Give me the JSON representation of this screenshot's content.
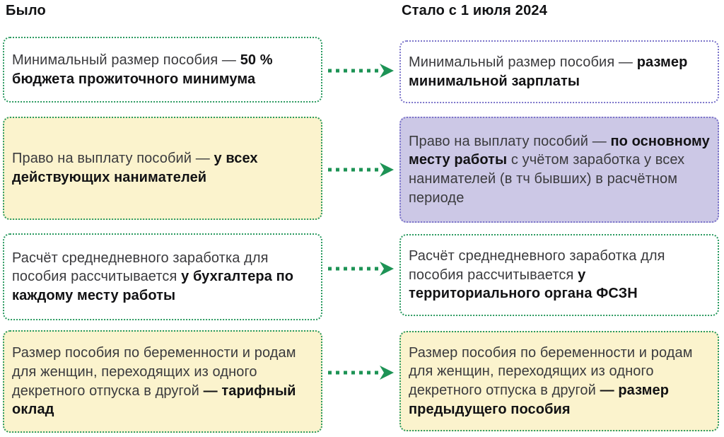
{
  "headers": {
    "was": "Было",
    "now": "Стало с 1 июля 2024"
  },
  "colors": {
    "arrow_green": "#1d9355",
    "border_green": "#2a9a60",
    "border_purple": "#7b74ca",
    "fill_white": "#ffffff",
    "fill_cream": "#fbf3cd",
    "fill_purple": "#ccc8e6",
    "text_regular": "#3a3a3d",
    "text_bold": "#121214"
  },
  "arrow_icon": "dotted-right-arrow",
  "rows": [
    {
      "was": {
        "fill": "#ffffff",
        "border": "#2a9a60",
        "segments": [
          {
            "text": "Минимальный размер пособия — ",
            "bold": false
          },
          {
            "text": "50 % бюджета прожиточного минимума",
            "bold": true
          }
        ]
      },
      "now": {
        "fill": "#ffffff",
        "border": "#7b74ca",
        "segments": [
          {
            "text": "Минимальный размер пособия — ",
            "bold": false
          },
          {
            "text": "размер минимальной зарплаты",
            "bold": true
          }
        ]
      }
    },
    {
      "was": {
        "fill": "#fbf3cd",
        "border": "#2a9a60",
        "segments": [
          {
            "text": "Право на выплату пособий — ",
            "bold": false
          },
          {
            "text": "у всех действующих нанимателей",
            "bold": true
          }
        ]
      },
      "now": {
        "fill": "#ccc8e6",
        "border": "#7b74ca",
        "segments": [
          {
            "text": "Право на выплату пособий — ",
            "bold": false
          },
          {
            "text": "по основному месту работы",
            "bold": true
          },
          {
            "text": " с учётом заработка у всех нанимателей (в тч бывших) в расчётном периоде",
            "bold": false
          }
        ]
      }
    },
    {
      "was": {
        "fill": "#ffffff",
        "border": "#2a9a60",
        "segments": [
          {
            "text": "Расчёт среднедневного заработка для пособия рассчитывается ",
            "bold": false
          },
          {
            "text": "у бухгалтера по каждому месту работы",
            "bold": true
          }
        ]
      },
      "now": {
        "fill": "#ffffff",
        "border": "#2a9a60",
        "segments": [
          {
            "text": "Расчёт среднедневного заработка для пособия рассчитывается ",
            "bold": false
          },
          {
            "text": "у территориального органа ФСЗН",
            "bold": true
          }
        ]
      }
    },
    {
      "was": {
        "fill": "#fbf3cd",
        "border": "#2a9a60",
        "segments": [
          {
            "text": "Размер пособия по беременности и родам для женщин, переходящих из одного декретного отпуска в другой ",
            "bold": false
          },
          {
            "text": "— тарифный оклад",
            "bold": true
          }
        ]
      },
      "now": {
        "fill": "#fbf3cd",
        "border": "#2a9a60",
        "segments": [
          {
            "text": "Размер пособия по беременности и родам для женщин, переходящих из одного декретного отпуска в другой ",
            "bold": false
          },
          {
            "text": "— размер предыдущего пособия",
            "bold": true
          }
        ]
      }
    }
  ]
}
